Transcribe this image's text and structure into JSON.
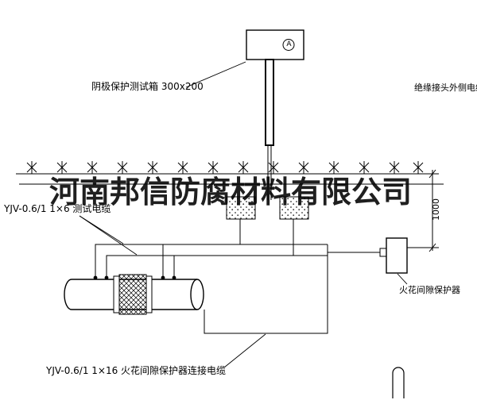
{
  "watermark": {
    "text": "河南邦信防腐材料有限公司"
  },
  "annotations": {
    "test_box_label": "阴极保护测试箱 300x200",
    "insulated_joint_label": "绝缘接头外侧电缆",
    "test_cable_label": "YJV-0.6/1 1×6  测试电缆",
    "spark_protector_label": "火花间隙保护器",
    "connection_cable_label": "YJV-0.6/1 1×16  火花间隙保护器连接电缆",
    "dimension": "1000",
    "meter": "A"
  },
  "colors": {
    "line": "#000000",
    "background": "#ffffff"
  }
}
